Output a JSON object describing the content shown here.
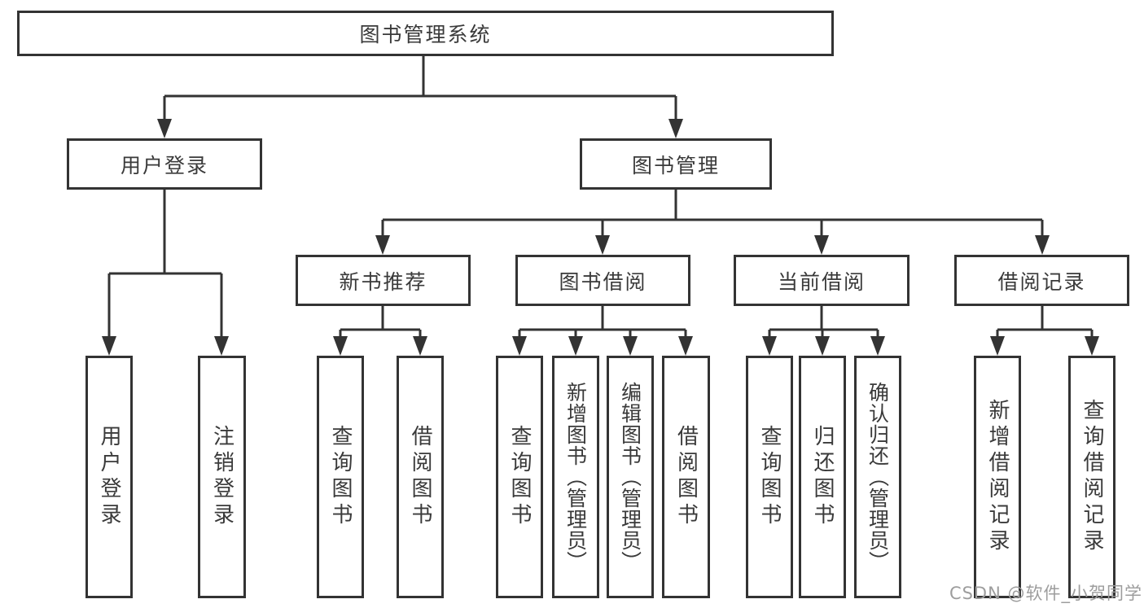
{
  "diagram_title": "图书管理系统",
  "colors": {
    "line": "#333333",
    "box_border": "#333333",
    "text": "#3a3a3a",
    "background": "#ffffff",
    "watermark": "#9d9d9d"
  },
  "nodes": {
    "root": {
      "label": "图书管理系统"
    },
    "user_login": {
      "label": "用户登录"
    },
    "book_mgmt": {
      "label": "图书管理"
    },
    "new_book_rec": {
      "label": "新书推荐"
    },
    "book_borrow": {
      "label": "图书借阅"
    },
    "current_borrow": {
      "label": "当前借阅"
    },
    "borrow_record": {
      "label": "借阅记录"
    },
    "leaf_user_login": {
      "label": "用户登录"
    },
    "leaf_logout": {
      "label": "注销登录"
    },
    "leaf_rec_query": {
      "label": "查询图书"
    },
    "leaf_rec_borrow": {
      "label": "借阅图书"
    },
    "leaf_bb_query": {
      "label": "查询图书"
    },
    "leaf_bb_add": {
      "label": "新增图书（管理员）"
    },
    "leaf_bb_edit": {
      "label": "编辑图书（管理员）"
    },
    "leaf_bb_borrow": {
      "label": "借阅图书"
    },
    "leaf_cb_query": {
      "label": "查询图书"
    },
    "leaf_cb_return": {
      "label": "归还图书"
    },
    "leaf_cb_confirm": {
      "label": "确认归还（管理员）"
    },
    "leaf_br_add": {
      "label": "新增借阅记录"
    },
    "leaf_br_query": {
      "label": "查询借阅记录"
    }
  },
  "hierarchy": {
    "图书管理系统": {
      "用户登录": [
        "用户登录",
        "注销登录"
      ],
      "图书管理": {
        "新书推荐": [
          "查询图书",
          "借阅图书"
        ],
        "图书借阅": [
          "查询图书",
          "新增图书（管理员）",
          "编辑图书（管理员）",
          "借阅图书"
        ],
        "当前借阅": [
          "查询图书",
          "归还图书",
          "确认归还（管理员）"
        ],
        "借阅记录": [
          "新增借阅记录",
          "查询借阅记录"
        ]
      }
    }
  },
  "watermark": {
    "text": "CSDN @软件_小贺同学"
  }
}
